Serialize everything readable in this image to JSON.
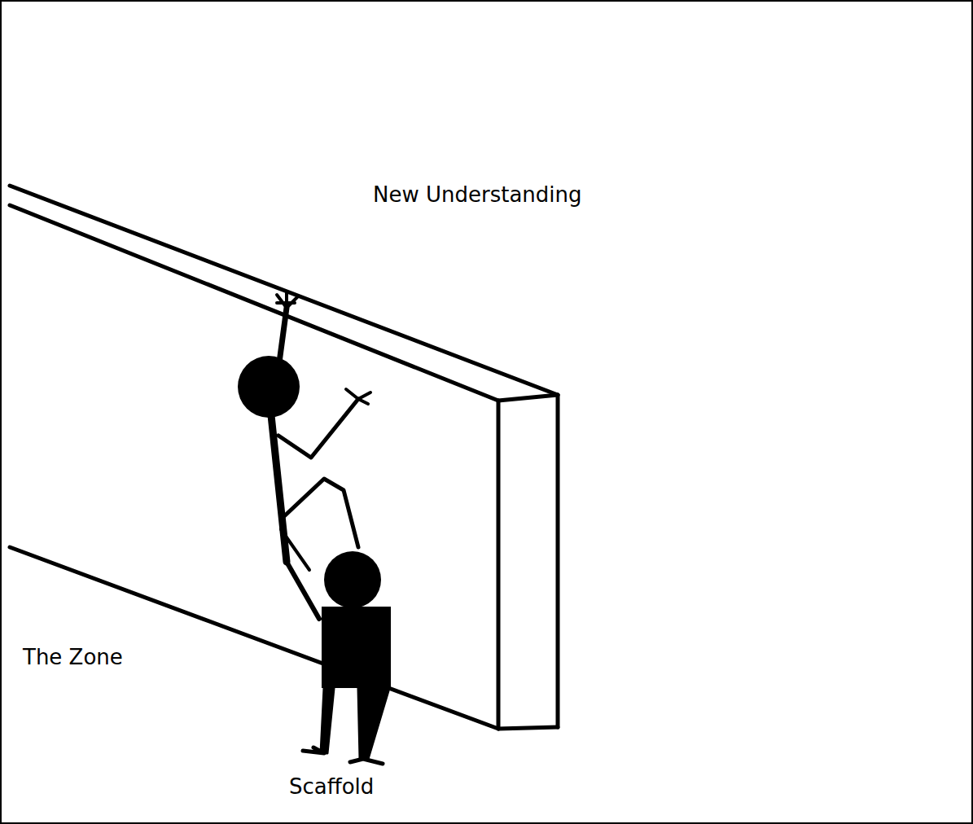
{
  "diagram": {
    "labels": [
      "New Understanding",
      "The Zone",
      "Scaffold"
    ]
  }
}
